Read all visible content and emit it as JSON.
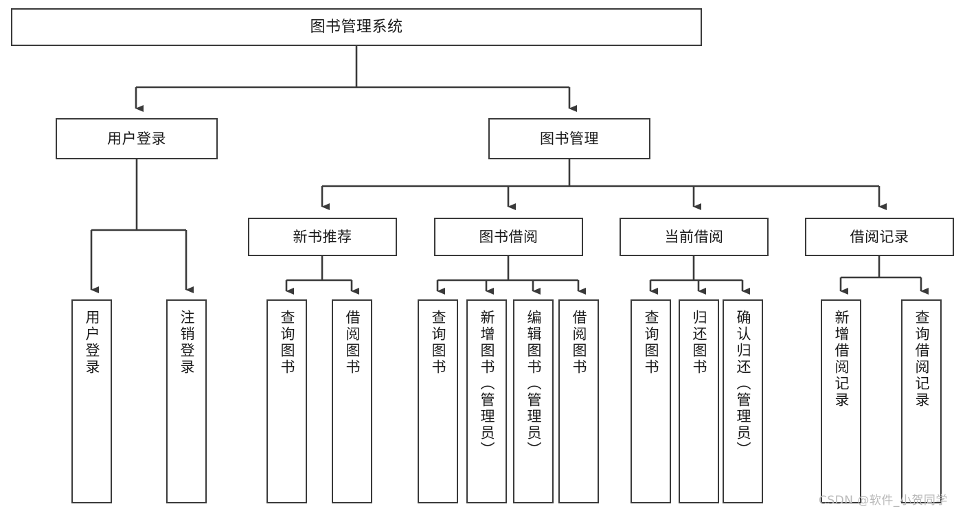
{
  "diagram": {
    "type": "tree-hierarchy",
    "title": "图书管理系统",
    "orientation": "top-down",
    "colors": {
      "box_border": "#3a3a3a",
      "box_fill": "#ffffff",
      "connector": "#3a3a3a",
      "text": "#1a1a1a",
      "watermark": "#b9b9b9",
      "background": "#ffffff"
    }
  },
  "nodes": {
    "root": {
      "label": "图书管理系统"
    },
    "level2": [
      {
        "id": "user-login",
        "label": "用户登录"
      },
      {
        "id": "book-manage",
        "label": "图书管理"
      }
    ],
    "level3": [
      {
        "id": "new-book-recommend",
        "label": "新书推荐"
      },
      {
        "id": "book-borrow",
        "label": "图书借阅"
      },
      {
        "id": "current-borrow",
        "label": "当前借阅"
      },
      {
        "id": "borrow-record",
        "label": "借阅记录"
      }
    ],
    "leaves": {
      "user-login": [
        {
          "id": "leaf-user-login",
          "label": "用户登录"
        },
        {
          "id": "leaf-logout",
          "label": "注销登录"
        }
      ],
      "new-book-recommend": [
        {
          "id": "leaf-query-book-1",
          "label": "查询图书"
        },
        {
          "id": "leaf-borrow-book-1",
          "label": "借阅图书"
        }
      ],
      "book-borrow": [
        {
          "id": "leaf-query-book-2",
          "label": "查询图书"
        },
        {
          "id": "leaf-add-book",
          "label": "新增图书（管理员）"
        },
        {
          "id": "leaf-edit-book",
          "label": "编辑图书（管理员）"
        },
        {
          "id": "leaf-borrow-book-2",
          "label": "借阅图书"
        }
      ],
      "current-borrow": [
        {
          "id": "leaf-query-book-3",
          "label": "查询图书"
        },
        {
          "id": "leaf-return-book",
          "label": "归还图书"
        },
        {
          "id": "leaf-confirm-return",
          "label": "确认归还（管理员）"
        }
      ],
      "borrow-record": [
        {
          "id": "leaf-add-record",
          "label": "新增借阅记录"
        },
        {
          "id": "leaf-query-record",
          "label": "查询借阅记录"
        }
      ]
    }
  },
  "watermark": {
    "text": "CSDN @软件_小贺同学"
  }
}
